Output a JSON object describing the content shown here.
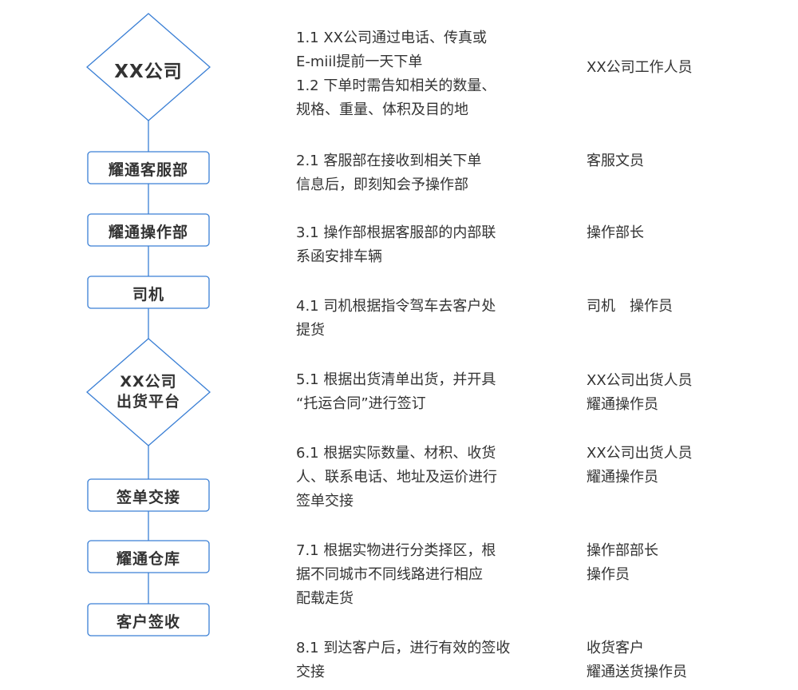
{
  "colors": {
    "stroke": "#3a7fd5",
    "text": "#333333"
  },
  "nodes": [
    {
      "shape": "diamond",
      "lines": [
        "XX公司"
      ]
    },
    {
      "shape": "box",
      "lines": [
        "耀通客服部"
      ]
    },
    {
      "shape": "box",
      "lines": [
        "耀通操作部"
      ]
    },
    {
      "shape": "box",
      "lines": [
        "司机"
      ]
    },
    {
      "shape": "diamond",
      "lines": [
        "XX公司",
        "出货平台"
      ]
    },
    {
      "shape": "box",
      "lines": [
        "签单交接"
      ]
    },
    {
      "shape": "box",
      "lines": [
        "耀通仓库"
      ]
    },
    {
      "shape": "box",
      "lines": [
        "客户签收"
      ]
    }
  ],
  "steps": [
    {
      "desc": [
        "1.1 XX公司通过电话、传真或",
        "E-miil提前一天下单",
        "1.2 下单时需告知相关的数量、",
        "规格、重量、体积及目的地"
      ],
      "role": [
        "XX公司工作人员"
      ]
    },
    {
      "desc": [
        "2.1 客服部在接收到相关下单",
        "信息后，即刻知会予操作部"
      ],
      "role": [
        "客服文员"
      ]
    },
    {
      "desc": [
        "3.1 操作部根据客服部的内部联",
        "系函安排车辆"
      ],
      "role": [
        "操作部长"
      ]
    },
    {
      "desc": [
        "4.1 司机根据指令驾车去客户处",
        "提货"
      ],
      "role": [
        "司机　操作员"
      ]
    },
    {
      "desc": [
        "5.1 根据出货清单出货，并开具",
        "“托运合同”进行签订"
      ],
      "role": [
        "XX公司出货人员",
        "耀通操作员"
      ]
    },
    {
      "desc": [
        "6.1 根据实际数量、材积、收货",
        "人、联系电话、地址及运价进行",
        "签单交接"
      ],
      "role": [
        "XX公司出货人员",
        "耀通操作员"
      ]
    },
    {
      "desc": [
        "7.1 根据实物进行分类择区，根",
        "据不同城市不同线路进行相应",
        "配载走货"
      ],
      "role": [
        "操作部部长",
        "操作员"
      ]
    },
    {
      "desc": [
        "8.1 到达客户后，进行有效的签收",
        "交接"
      ],
      "role": [
        "收货客户",
        "耀通送货操作员"
      ]
    }
  ]
}
